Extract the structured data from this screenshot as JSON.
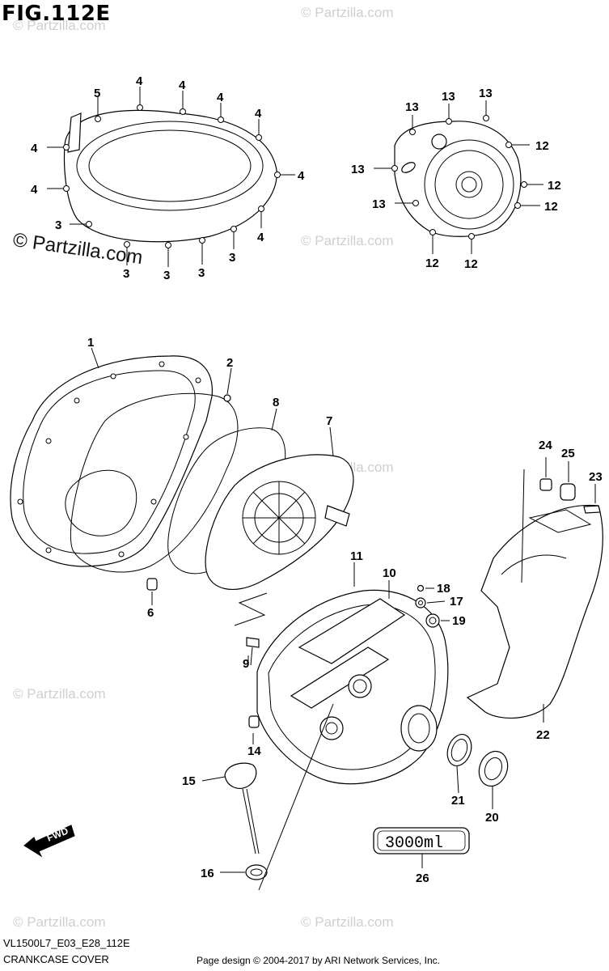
{
  "figure": {
    "title": "FIG.112E",
    "code": "VL1500L7_E03_E28_112E",
    "name": "CRANKCASE COVER",
    "credit": "Page design © 2004-2017 by ARI Network Services, Inc.",
    "watermark": "© Partzilla.com",
    "watermark_main": "© Partzilla.com",
    "quantity_label": "3000ml",
    "fwd_label": "FWD"
  },
  "callouts": {
    "c1": "1",
    "c2": "2",
    "c3": "3",
    "c4": "4",
    "c5": "5",
    "c6": "6",
    "c7": "7",
    "c8": "8",
    "c9": "9",
    "c10": "10",
    "c11": "11",
    "c12": "12",
    "c13": "13",
    "c14": "14",
    "c15": "15",
    "c16": "16",
    "c17": "17",
    "c18": "18",
    "c19": "19",
    "c20": "20",
    "c21": "21",
    "c22": "22",
    "c23": "23",
    "c24": "24",
    "c25": "25",
    "c26": "26"
  }
}
